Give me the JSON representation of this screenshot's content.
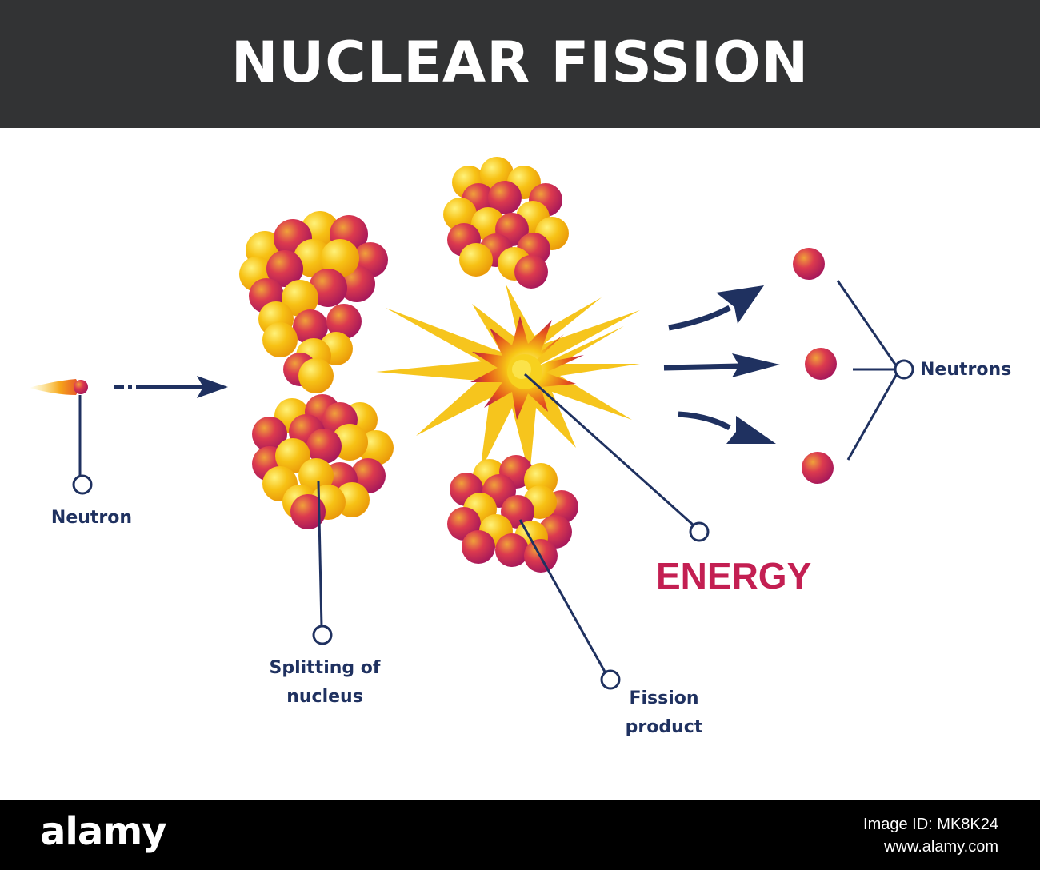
{
  "title": "NUCLEAR FISSION",
  "labels": {
    "neutron": "Neutron",
    "splitting_line1": "Splitting of",
    "splitting_line2": "nucleus",
    "fission_line1": "Fission",
    "fission_line2": "product",
    "neutrons": "Neutrons",
    "energy": "ENERGY"
  },
  "footer": {
    "brand": "alamy",
    "image_id": "Image ID: MK8K24",
    "site": "www.alamy.com"
  },
  "colors": {
    "header_bg": "#323334",
    "line": "#1f3160",
    "energy_text": "#c31f52",
    "proton": "#c8245e",
    "neutron_ball": "#f6b40d"
  }
}
